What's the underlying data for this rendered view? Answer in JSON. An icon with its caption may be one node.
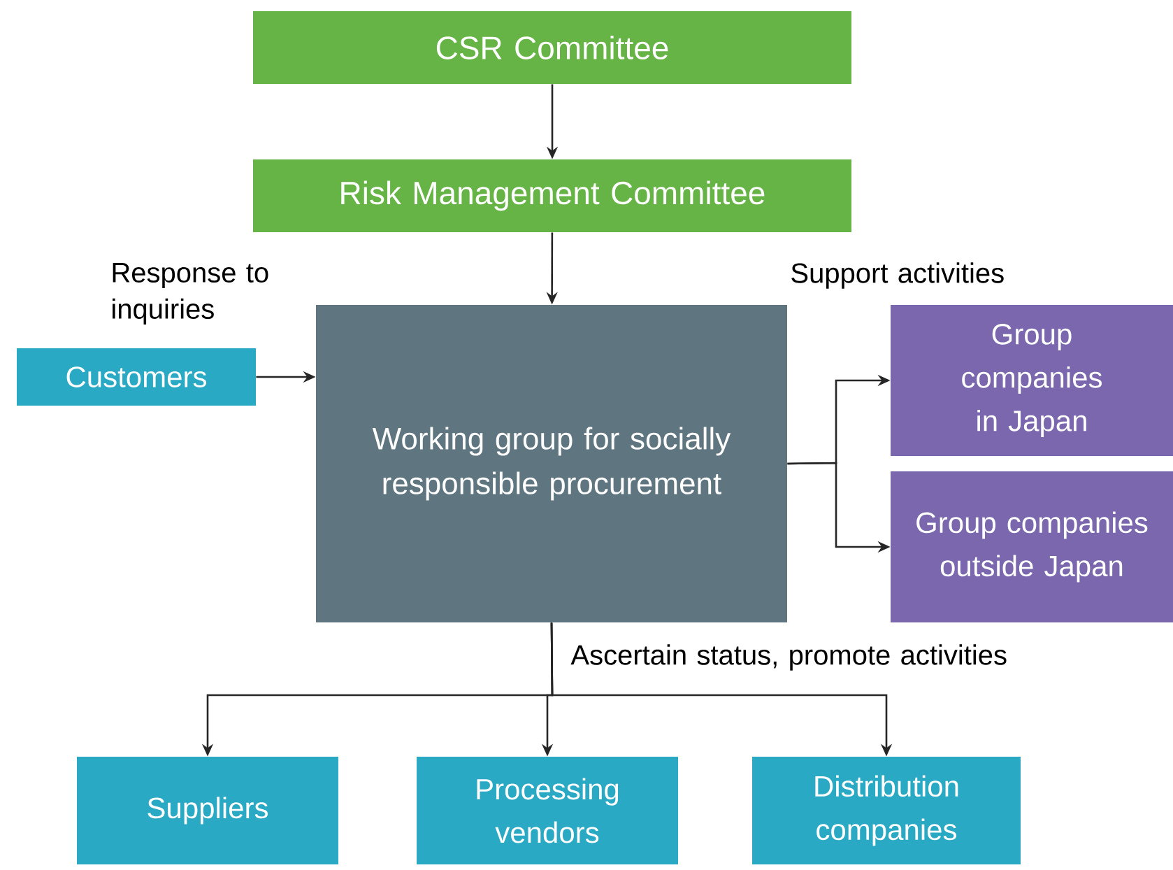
{
  "diagram": {
    "nodes": [
      {
        "text": [
          "CSR Committee"
        ]
      },
      {
        "text": [
          "Risk Management Committee"
        ]
      },
      {
        "text": [
          "Customers"
        ]
      },
      {
        "text": [
          "Working group for socially responsible procurement"
        ]
      },
      {
        "text": [
          "Group companies in Japan"
        ]
      },
      {
        "text": [
          "Group companies outside Japan"
        ]
      },
      {
        "text": [
          "Suppliers"
        ]
      },
      {
        "text": [
          "Processing vendors"
        ]
      },
      {
        "text": [
          "Distribution companies"
        ]
      }
    ],
    "edges": [
      {
        "from": 0,
        "to": 1,
        "arrow": "to"
      },
      {
        "from": 1,
        "to": 3,
        "arrow": "to"
      },
      {
        "from": 2,
        "to": 3,
        "arrow": "to",
        "label": "Response to inquiries"
      },
      {
        "from": 3,
        "to": 4,
        "arrow": "to",
        "label": "Support activities"
      },
      {
        "from": 3,
        "to": 5,
        "arrow": "to"
      },
      {
        "from": 3,
        "to": 6,
        "arrow": "to",
        "label": "Ascertain status, promote activities"
      },
      {
        "from": 3,
        "to": 7,
        "arrow": "to"
      },
      {
        "from": 3,
        "to": 8,
        "arrow": "to"
      }
    ]
  }
}
